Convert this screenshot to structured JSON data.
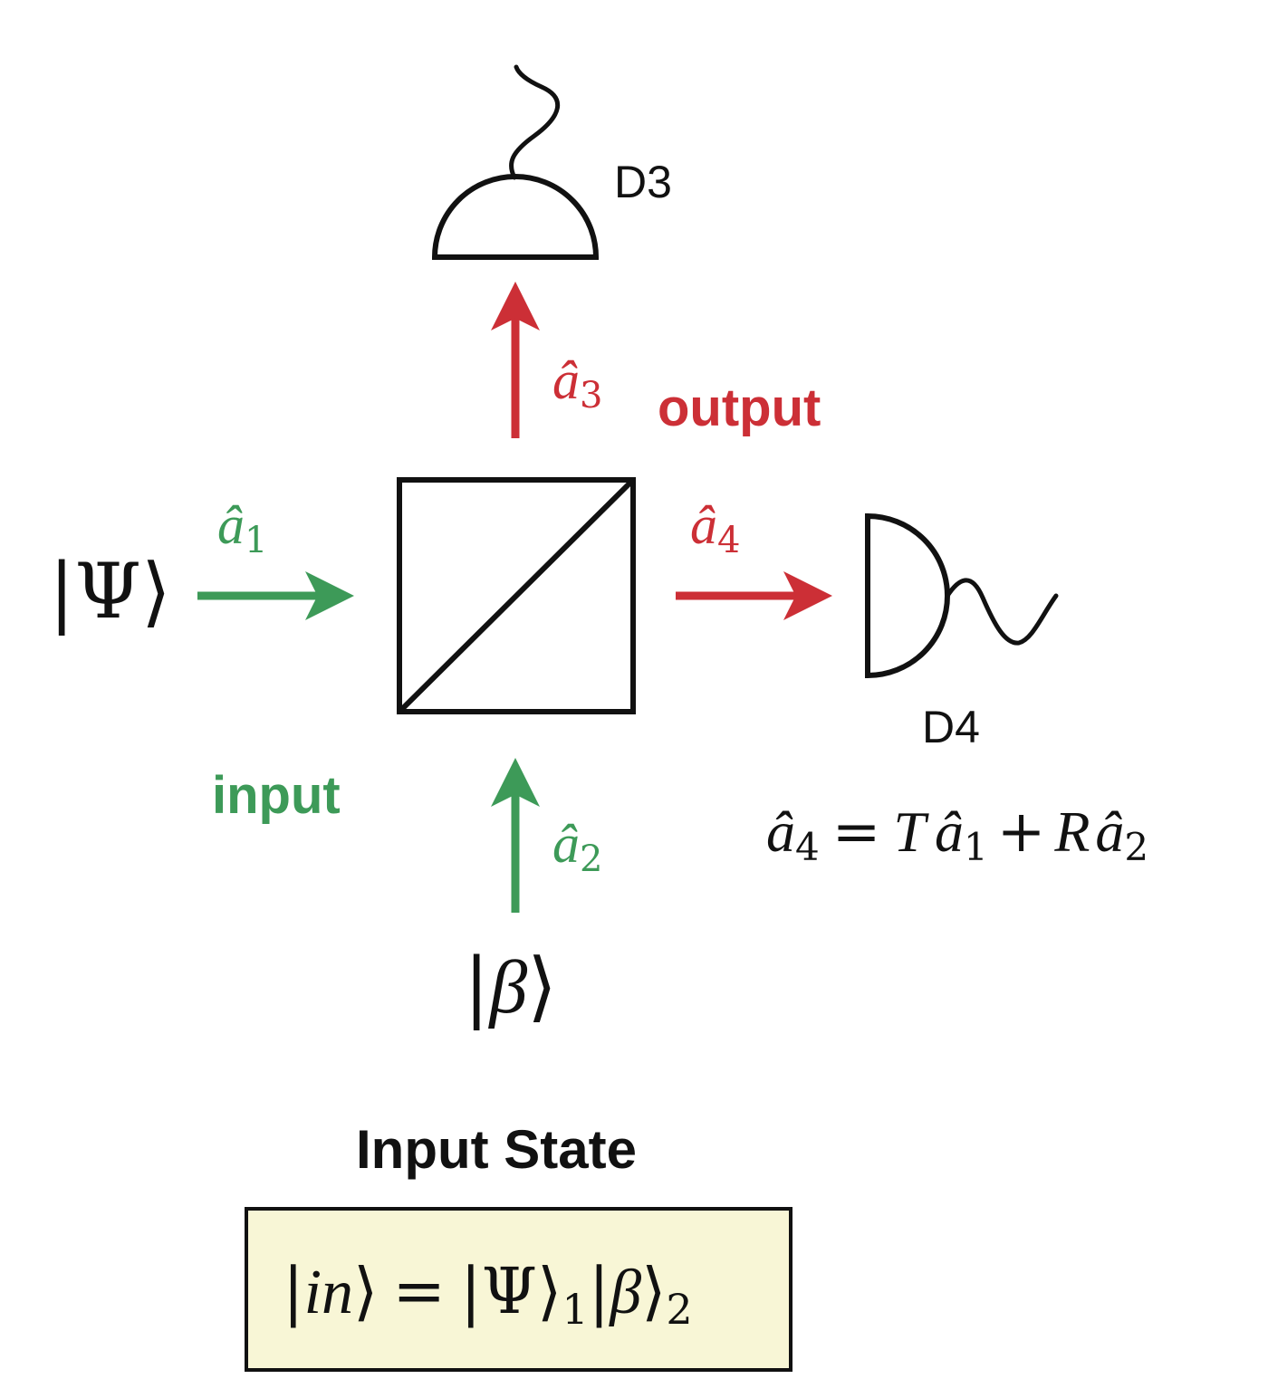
{
  "colors": {
    "input_green": "#3d9a58",
    "output_red": "#cc2f36",
    "stroke": "#111111",
    "state_box_fill": "#f8f6d6"
  },
  "icons": {
    "beam_splitter": "beam-splitter-cube",
    "detector_d3": "photodetector",
    "detector_d4": "photodetector"
  },
  "detectors": {
    "d3_label": "D3",
    "d4_label": "D4"
  },
  "modes": {
    "a1": {
      "base": "â",
      "sub": "1"
    },
    "a2": {
      "base": "â",
      "sub": "2"
    },
    "a3": {
      "base": "â",
      "sub": "3"
    },
    "a4": {
      "base": "â",
      "sub": "4"
    }
  },
  "states": {
    "psi": {
      "open": "|",
      "symbol": "Ψ",
      "close": "⟩"
    },
    "beta": {
      "open": "|",
      "symbol": "β",
      "close": "⟩"
    }
  },
  "text": {
    "input": "input",
    "output": "output"
  },
  "equation_a4": {
    "lhs_base": "â",
    "lhs_sub": "4",
    "equals": "=",
    "t": "T",
    "term1_base": "â",
    "term1_sub": "1",
    "plus": "+",
    "r": "R",
    "term2_base": "â",
    "term2_sub": "2"
  },
  "input_state": {
    "title": "Input State",
    "bar1": "|",
    "in": "in",
    "ket_close1": "⟩",
    "equals": "=",
    "bar2": "|",
    "psi": "Ψ",
    "ket_close2": "⟩",
    "sub1": "1",
    "bar3": "|",
    "beta": "β",
    "ket_close3": "⟩",
    "sub2": "2"
  }
}
